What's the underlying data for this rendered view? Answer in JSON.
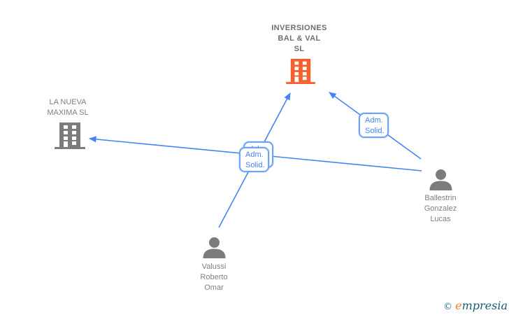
{
  "colors": {
    "edge_blue": "#4285f4",
    "edge_label_border_blue": "#6fa3f3",
    "main_company_orange": "#f4612e",
    "icon_gray": "#7c7c7c",
    "label_gray": "#7f7f7f",
    "brand_orange": "#f07c22",
    "brand_teal": "#155e70"
  },
  "nodes": {
    "inversiones": {
      "label": "INVERSIONES\nBAL & VAL\nSL",
      "type": "company",
      "highlighted": true
    },
    "la_nueva": {
      "label": "LA NUEVA\nMAXIMA SL",
      "type": "company",
      "highlighted": false
    },
    "ballestrin": {
      "label": "Ballestrin\nGonzalez\nLucas",
      "type": "person",
      "highlighted": false
    },
    "valussi": {
      "label": "Valussi\nRoberto\nOmar",
      "type": "person",
      "highlighted": false
    }
  },
  "edges": {
    "valussi_to_inversiones": {
      "label": "Adm.\nSolid.",
      "from": "valussi",
      "to": "inversiones"
    },
    "ballestrin_to_inversiones": {
      "label": "Adm.\nSolid.",
      "from": "ballestrin",
      "to": "inversiones"
    },
    "ballestrin_to_la_nueva": {
      "label": "Adm.\nSolid.",
      "from": "ballestrin",
      "to": "la_nueva"
    }
  },
  "watermark": {
    "copyright": "©",
    "brand_initial": "e",
    "brand_rest": "mpresia"
  }
}
